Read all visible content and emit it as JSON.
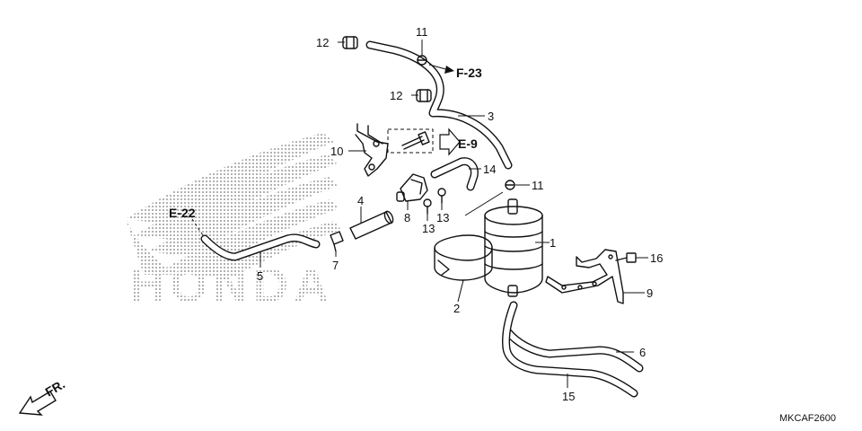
{
  "watermark": {
    "brand": "HONDA"
  },
  "references": {
    "f23": "F-23",
    "e9": "E-9",
    "e22": "E-22"
  },
  "direction": {
    "label": "FR."
  },
  "diagram_code": "MKCAF2600",
  "callouts": {
    "c1": "1",
    "c2": "2",
    "c3": "3",
    "c4": "4",
    "c5": "5",
    "c6": "6",
    "c7": "7",
    "c8": "8",
    "c9": "9",
    "c10": "10",
    "c11a": "11",
    "c11b": "11",
    "c12a": "12",
    "c12b": "12",
    "c13a": "13",
    "c13b": "13",
    "c14": "14",
    "c15": "15",
    "c16": "16"
  }
}
